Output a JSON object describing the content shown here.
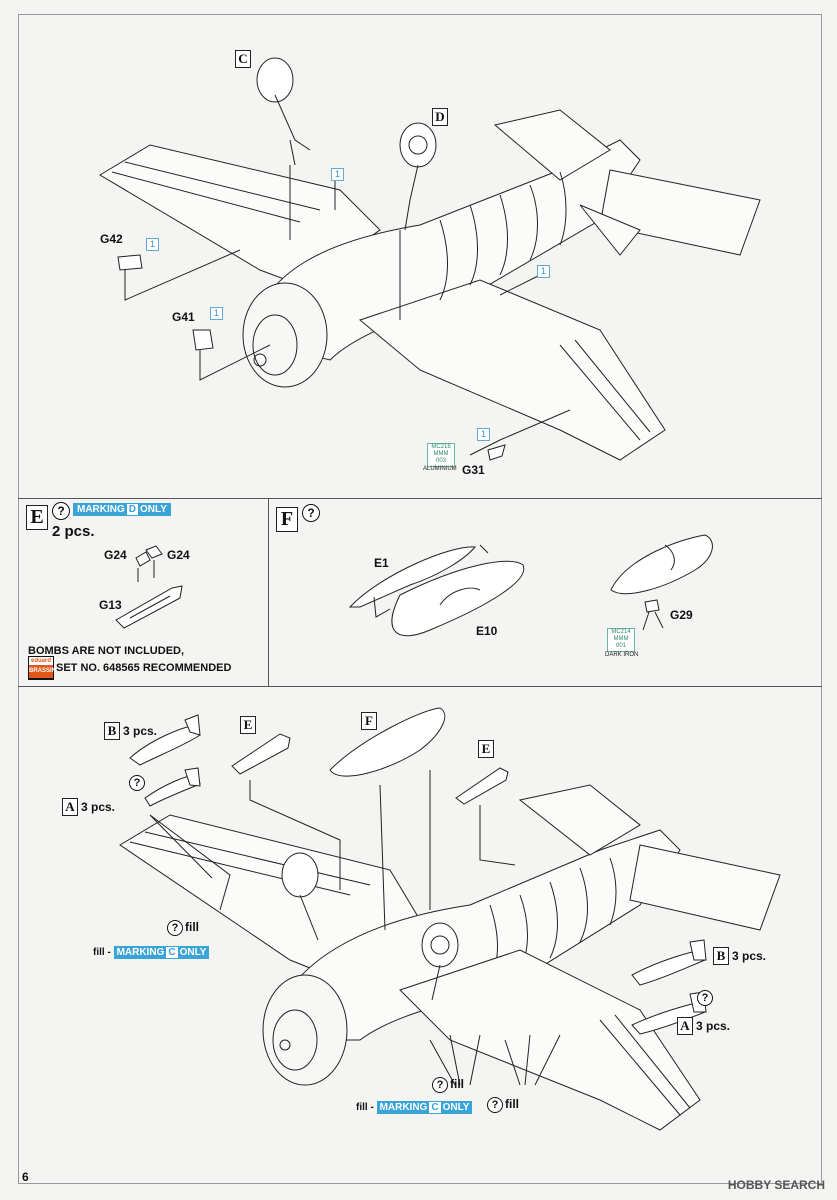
{
  "section_top": {
    "callout_c": "C",
    "callout_d": "D",
    "part_g42": "G42",
    "part_g41": "G41",
    "part_g31": "G31",
    "step_1": "1",
    "paint_code": "MC218",
    "paint_mmm": "MMM",
    "paint_num": "003",
    "paint_name": "ALUMINIUM"
  },
  "panel_e": {
    "letter": "E",
    "q": "?",
    "marking_prefix": "MARKING",
    "marking_letter": "D",
    "marking_suffix": "ONLY",
    "qty": "2 pcs.",
    "part_g24a": "G24",
    "part_g24b": "G24",
    "part_g13": "G13",
    "note_line1": "BOMBS ARE NOT INCLUDED,",
    "note_line2": "SET NO. 648565 RECOMMENDED",
    "brassin_top": "eduard",
    "brassin_bottom": "BRASSIN"
  },
  "panel_f": {
    "letter": "F",
    "q": "?",
    "part_e1": "E1",
    "part_e10": "E10",
    "part_g29": "G29",
    "paint_code": "MC214",
    "paint_mmm": "MMM",
    "paint_num": "001",
    "paint_name": "DARK IRON"
  },
  "section_bottom": {
    "b_letter": "B",
    "b_qty": "3 pcs.",
    "a_letter": "A",
    "a_qty": "3 pcs.",
    "e_letter": "E",
    "f_letter": "F",
    "q": "?",
    "fill": "fill",
    "fill_marking_prefix": "fill - MARKING",
    "fill_marking_c_letter": "C",
    "fill_marking_suffix": "ONLY"
  },
  "footer": {
    "page_number": "6",
    "watermark": "HOBBY SEARCH"
  }
}
